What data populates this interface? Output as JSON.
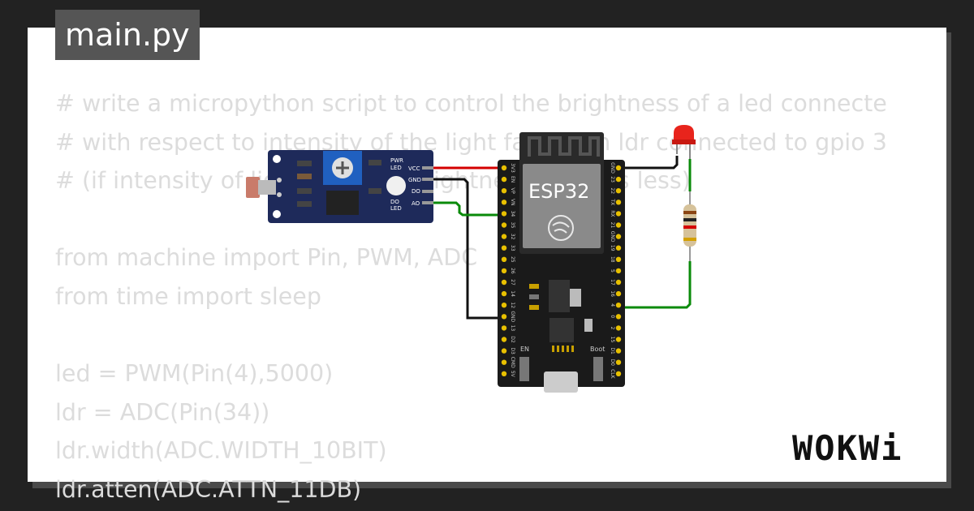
{
  "tab": {
    "filename": "main.py"
  },
  "code": [
    "# write a micropython script to control the brightness of a led connecte",
    "# with respect to intensity of the light falling on ldr connected to gpio 3",
    "# (if intensity of light is more, brightness of led is less)",
    "",
    "from machine import Pin, PWM, ADC",
    "from time import sleep",
    "",
    "led = PWM(Pin(4),5000)",
    "ldr = ADC(Pin(34))",
    "ldr.width(ADC.WIDTH_10BIT)",
    "ldr.atten(ADC.ATTN_11DB)"
  ],
  "circuit": {
    "ldr_module": {
      "labels": [
        "PWR",
        "LED",
        "VCC",
        "GND",
        "DO",
        "AO",
        "DO",
        "LED"
      ]
    },
    "esp32": {
      "name": "ESP32",
      "left_pins": [
        "3V3",
        "EN",
        "VP",
        "VN",
        "34",
        "35",
        "32",
        "33",
        "25",
        "26",
        "27",
        "14",
        "12",
        "GND",
        "13",
        "D2",
        "D3",
        "CMD",
        "5V"
      ],
      "right_pins": [
        "GND",
        "23",
        "22",
        "TX",
        "RX",
        "21",
        "GND",
        "19",
        "18",
        "5",
        "17",
        "16",
        "4",
        "0",
        "2",
        "15",
        "D1",
        "D0",
        "CLK"
      ],
      "buttons": [
        "EN",
        "Boot"
      ]
    },
    "wire_colors": {
      "vcc": "#d40000",
      "gnd": "#111111",
      "signal": "#0a8a0a",
      "led_leg": "#888888"
    },
    "led_color": "#e8241c"
  },
  "branding": {
    "logo": "WOKWi"
  }
}
